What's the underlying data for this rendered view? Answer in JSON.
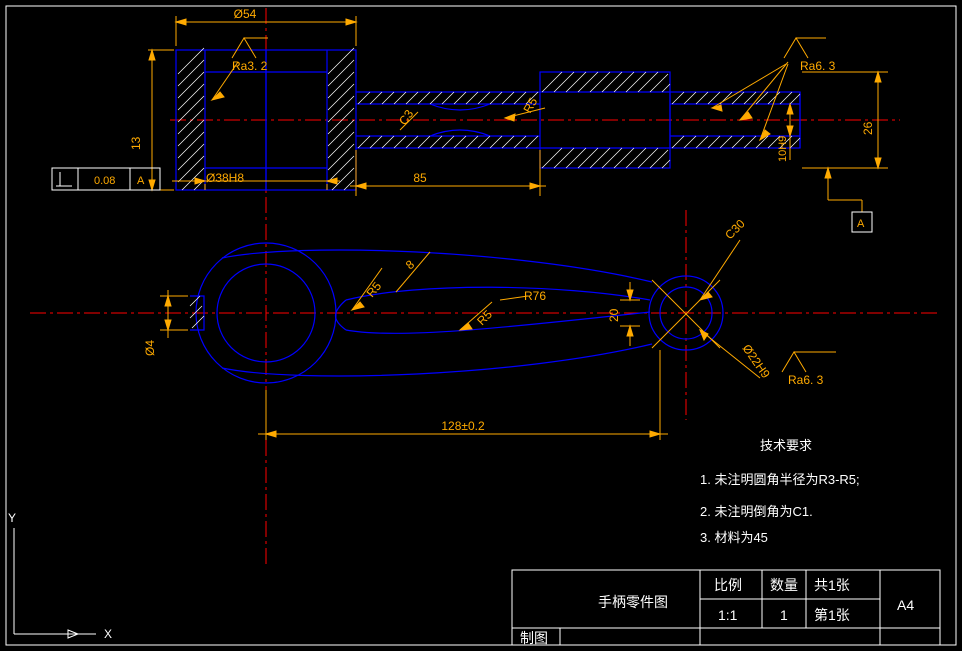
{
  "drawing": {
    "title_block": {
      "part_name": "手柄零件图",
      "scale_label": "比例",
      "scale_value": "1:1",
      "qty_label": "数量",
      "qty_value": "1",
      "sheets_total": "共1张",
      "sheet_index": "第1张",
      "paper_size": "A4",
      "drawn_by_label": "制图"
    },
    "tech_requirements": {
      "heading": "技术要求",
      "items": [
        "1. 未注明圆角半径为R3-R5;",
        "2. 未注明倒角为C1.",
        "3. 材料为45"
      ]
    },
    "top_view_dims": {
      "d54": "Ø54",
      "d38h8": "Ø38H8",
      "len85": "85",
      "h13": "13",
      "h26": "26",
      "d10h9": "10H9",
      "r5": "R5",
      "chamfer": "C3",
      "ra32": "Ra3. 2",
      "ra63": "Ra6. 3",
      "gdt_tol": "0.08",
      "gdt_datum": "A",
      "datum_box": "A"
    },
    "front_view_dims": {
      "r5_left": "R5",
      "r5_mid": "R5",
      "r76": "R76",
      "w8": "8",
      "d4": "Ø4",
      "w20": "20",
      "c30": "C30",
      "d22h9": "Ø22H9",
      "ra63": "Ra6. 3",
      "overall": "128±0.2"
    },
    "axis_labels": {
      "y": "Y",
      "x": "X"
    },
    "colors": {
      "outline": "#0000ff",
      "dim": "#ffaa00",
      "center": "#ff0000",
      "text": "#ffffff",
      "background": "#000000"
    }
  }
}
